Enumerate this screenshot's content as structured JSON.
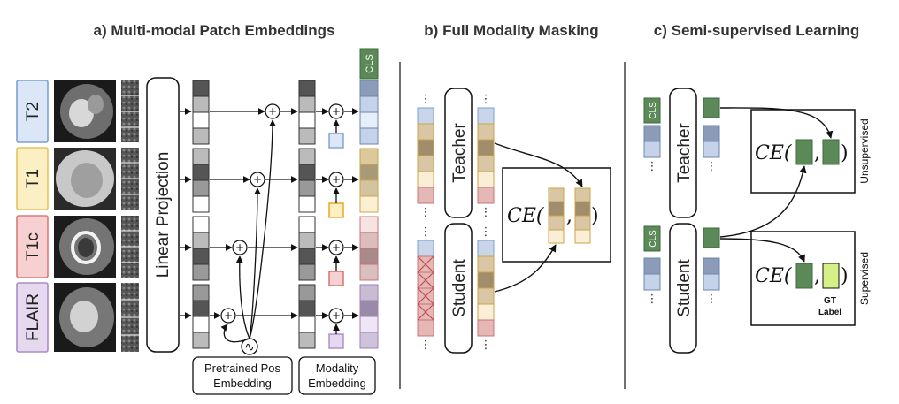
{
  "panels": {
    "a": {
      "title": "a) Multi-modal Patch Embeddings",
      "modalities": [
        {
          "label": "T2",
          "fill": "#dbe6f7",
          "stroke": "#7f9fd0"
        },
        {
          "label": "T1",
          "fill": "#fcefc4",
          "stroke": "#e3c45e"
        },
        {
          "label": "T1c",
          "fill": "#f7d1d1",
          "stroke": "#d97a7a"
        },
        {
          "label": "FLAIR",
          "fill": "#e6d8ef",
          "stroke": "#a98cc6"
        }
      ],
      "projection_label": "Linear Projection",
      "cls_label": "CLS",
      "pos_embedding_label_1": "Pretrained Pos",
      "pos_embedding_label_2": "Embedding",
      "modality_embedding_label_1": "Modality",
      "modality_embedding_label_2": "Embedding",
      "plus_symbol": "+",
      "sin_symbol": "∿"
    },
    "b": {
      "title": "b) Full Modality Masking",
      "teacher_label": "Teacher",
      "student_label": "Student",
      "ce_label": "CE(",
      "comma": ",",
      "close_paren": ")",
      "ellipsis": "⋮"
    },
    "c": {
      "title": "c) Semi-supervised Learning",
      "teacher_label": "Teacher",
      "student_label": "Student",
      "cls_label": "CLS",
      "ce_label": "CE(",
      "comma": ",",
      "close_paren": ")",
      "unsupervised_label": "Unsupervised",
      "supervised_label": "Supervised",
      "gt_label_1": "GT",
      "gt_label_2": "Label",
      "ellipsis": "⋮"
    }
  },
  "colors": {
    "cls_green": "#5b8a58",
    "gt_green": "#d6ef86",
    "teacher_stack": [
      "#c9d6ea",
      "#b8a78a",
      "#a08d6c",
      "#d9c6a4",
      "#f5e3c2",
      "#fbeed6",
      "#e6b7b7"
    ],
    "mask_red": "#c0504d"
  }
}
